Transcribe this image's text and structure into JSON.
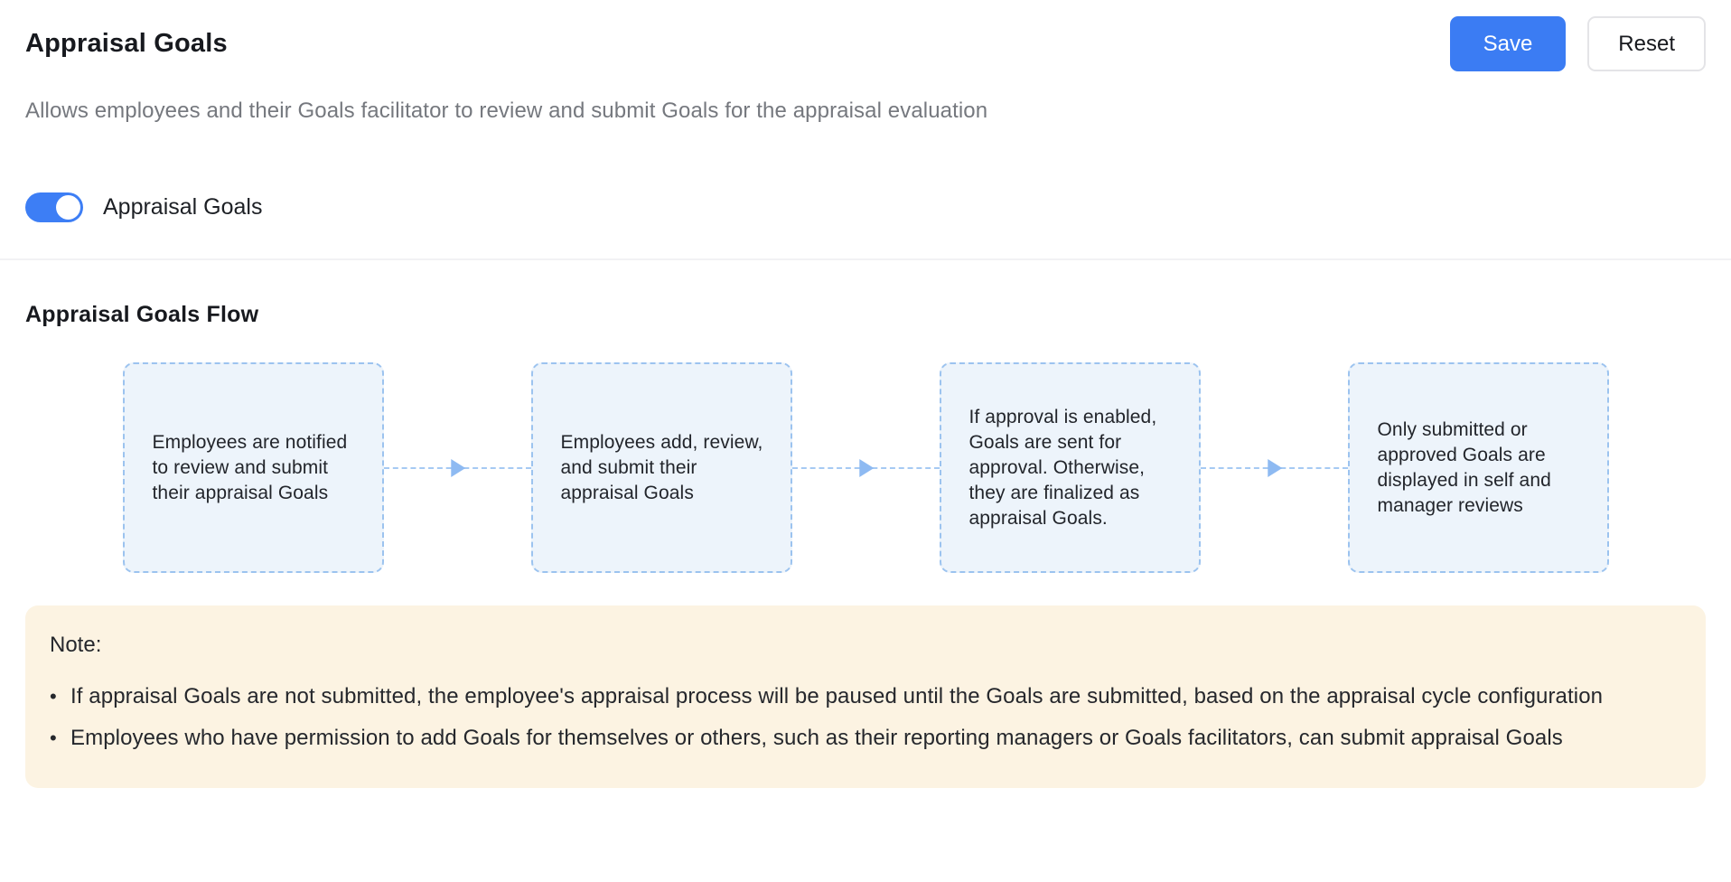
{
  "header": {
    "title": "Appraisal Goals",
    "subtitle": "Allows employees and their Goals facilitator to review and submit Goals for the appraisal evaluation",
    "save_label": "Save",
    "reset_label": "Reset"
  },
  "toggle": {
    "label": "Appraisal Goals",
    "state": "on"
  },
  "flow": {
    "heading": "Appraisal Goals Flow",
    "steps": [
      "Employees are notified to review and submit their appraisal Goals",
      "Employees add, review, and submit their appraisal Goals",
      "If approval is enabled, Goals are sent for approval. Otherwise, they are finalized as appraisal Goals.",
      "Only submitted or approved Goals are displayed in self and manager reviews"
    ]
  },
  "note": {
    "label": "Note:",
    "bullet_glyph": "•",
    "items": [
      "If appraisal Goals are not submitted, the employee's appraisal process will be paused until the Goals are submitted, based on the appraisal cycle configuration",
      "Employees who have permission to add Goals for themselves or others, such as their reporting managers or Goals facilitators, can submit appraisal Goals"
    ]
  },
  "colors": {
    "accent_blue": "#3b7cf3",
    "toggle_blue": "#3d7ef5",
    "flow_box_bg": "#edf4fb",
    "flow_box_border": "#9cc3ef",
    "flow_arrow": "#8ebaf2",
    "note_bg": "#fcf3e2"
  }
}
